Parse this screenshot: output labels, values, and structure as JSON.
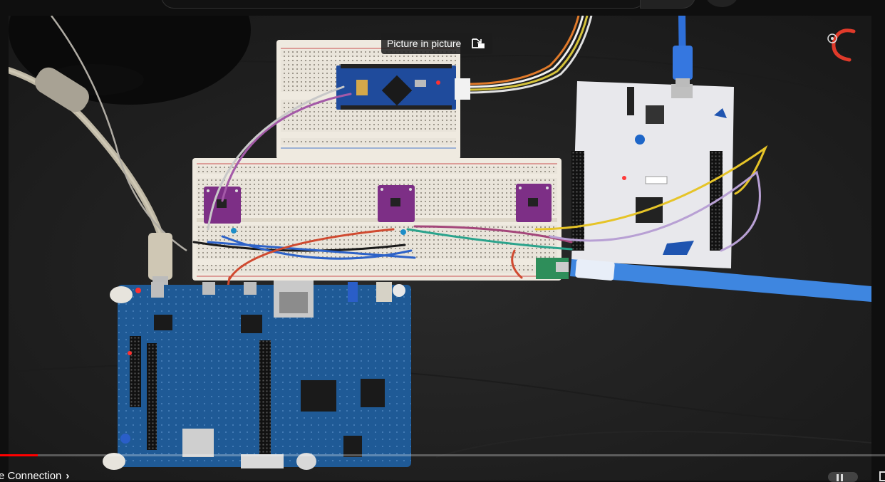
{
  "header": {
    "search_icon": "search-icon",
    "mic_icon": "microphone-icon"
  },
  "player": {
    "tooltip": {
      "label": "Picture in picture",
      "icon": "picture-in-picture-icon"
    },
    "chapter": {
      "title": "e Connection",
      "icon": "chevron-right-icon"
    },
    "progress_fraction": 0.043,
    "buffer_fraction": 0.043,
    "colors": {
      "progress": "#ff0000",
      "tooltip_bg": "#1c1c1c"
    },
    "controls": {
      "pause_icon": "pause-icon",
      "fullscreen_icon": "fullscreen-icon"
    },
    "channel_logo": "channel-logo-watermark"
  }
}
